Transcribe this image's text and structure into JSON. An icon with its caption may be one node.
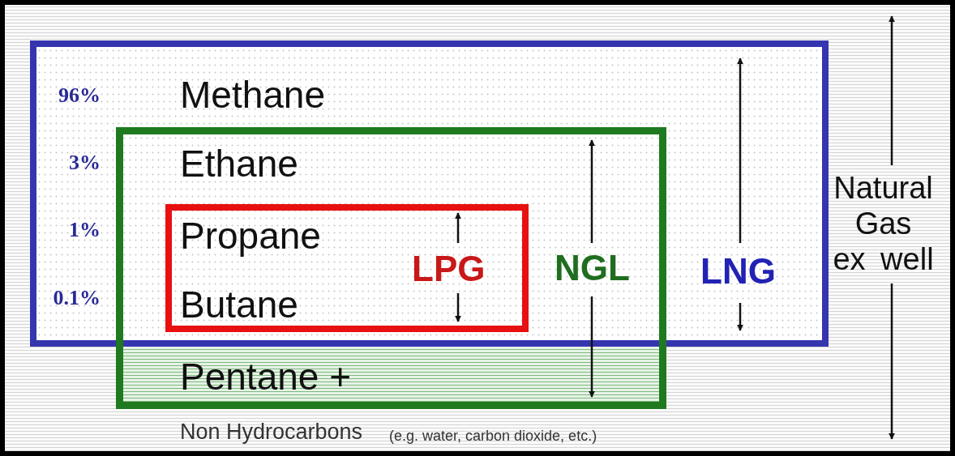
{
  "diagram": {
    "nodes": [
      {
        "text": [
          "Methane",
          "LNG"
        ]
      },
      {
        "text": [
          "Ethane",
          "Pentane +",
          "NGL"
        ]
      },
      {
        "text": [
          "Propane",
          "Butane",
          "LPG"
        ]
      }
    ],
    "labels": [
      "96%",
      "3%",
      "1%",
      "0.1%",
      "Natural Gas ex well",
      "Non Hydrocarbons",
      "(e.g. water, carbon dioxide, etc.)"
    ]
  }
}
